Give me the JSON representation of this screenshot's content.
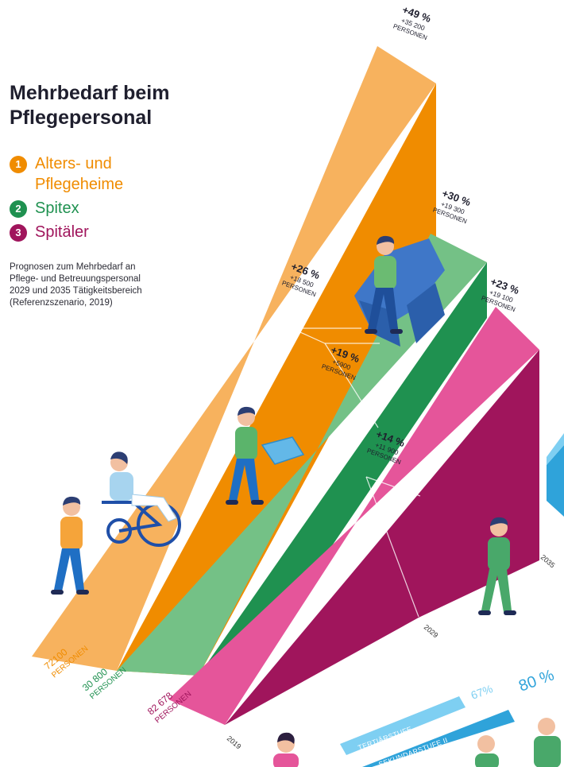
{
  "chart_data": {
    "type": "area",
    "title_lines": [
      "Mehrbedarf beim",
      "Pflegepersonal"
    ],
    "description": "Prognosen zum Mehrbedarf an Pflege- und Betreuungspersonal 2029 und 2035 Tätigkeitsbereich (Referenzszenario, 2019)",
    "x": [
      "2019",
      "2029",
      "2035"
    ],
    "series": [
      {
        "id": "1",
        "name": "Alters- und Pflegeheime",
        "color": "#f08c00",
        "color_light": "#f7b25e",
        "base_label": [
          "72100",
          "PERSONEN"
        ],
        "growth": [
          {
            "percent": "+26 %",
            "persons": "+18 500",
            "unit": "PERSONEN"
          },
          {
            "percent": "+49 %",
            "persons": "+35 200",
            "unit": "PERSONEN"
          }
        ]
      },
      {
        "id": "2",
        "name": "Spitex",
        "color": "#1f9150",
        "color_light": "#74c186",
        "base_label": [
          "30 800",
          "PERSONEN"
        ],
        "growth": [
          {
            "percent": "+19 %",
            "persons": "+5900",
            "unit": "PERSONEN"
          },
          {
            "percent": "+30 %",
            "persons": "+19 300",
            "unit": "PERSONEN"
          }
        ]
      },
      {
        "id": "3",
        "name": "Spitäler",
        "color": "#a0155c",
        "color_light": "#e5559a",
        "base_label": [
          "82 678",
          "PERSONEN"
        ],
        "growth": [
          {
            "percent": "+14 %",
            "persons": "+11 900",
            "unit": "PERSONEN"
          },
          {
            "percent": "+23 %",
            "persons": "+19 100",
            "unit": "PERSONEN"
          }
        ]
      }
    ],
    "inset": {
      "bars": [
        {
          "label": "TERTIÄRSTUFE",
          "value": "67%",
          "color": "#7ecff2"
        },
        {
          "label": "SEKUNDARSTUFE II",
          "value": "80 %",
          "color": "#2fa3da"
        }
      ]
    }
  }
}
